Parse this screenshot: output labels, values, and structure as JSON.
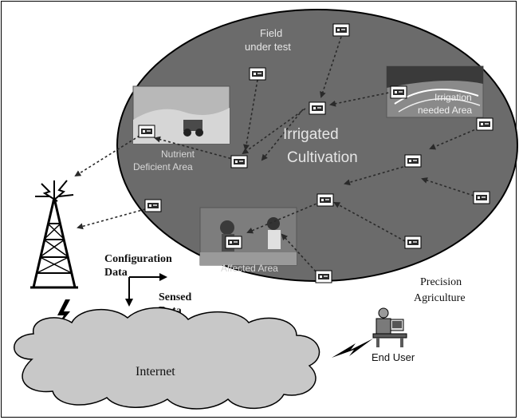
{
  "field": {
    "title_line1": "Field",
    "title_line2": "under test",
    "center_line1": "Irrigated",
    "center_line2": "Cultivation",
    "areas": {
      "nutrient_line1": "Nutrient",
      "nutrient_line2": "Deficient Area",
      "irrigation_line1": "Irrigation",
      "irrigation_line2": "needed Area",
      "affected": "Affected Area"
    }
  },
  "labels": {
    "configuration_line1": "Configuration",
    "configuration_line2": "Data",
    "sensed_line1": "Sensed",
    "sensed_line2": "Data",
    "precision_line1": "Precision",
    "precision_line2": "Agriculture",
    "internet": "Internet",
    "end_user": "End User"
  },
  "icons": {
    "tower": "cell-tower-icon",
    "sensor": "sensor-node-icon",
    "user": "end-user-workstation-icon",
    "lightning": "lightning-icon"
  },
  "colors": {
    "ellipse_fill": "#6b6b6b",
    "ellipse_stroke": "#000000",
    "field_text": "#e6e6e6",
    "arrow": "#2a2a2a",
    "cloud_fill": "#c8c8c8",
    "page_text": "#111111"
  }
}
